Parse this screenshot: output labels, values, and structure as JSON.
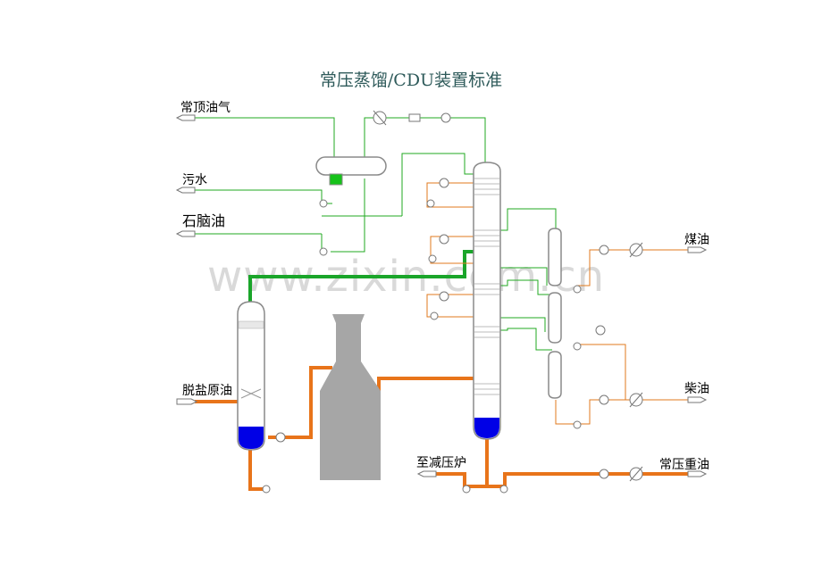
{
  "title": "常压蒸馏/CDU装置标准",
  "watermark": "www.zixin.com.cn",
  "labels": {
    "top_gas": "常顶油气",
    "waste_water": "污水",
    "naphtha": "石脑油",
    "desalted_crude": "脱盐原油",
    "kerosene": "煤油",
    "diesel": "柴油",
    "to_vacuum_furnace": "至减压炉",
    "atm_residue": "常压重油"
  },
  "colors": {
    "green_line": "#22aa22",
    "thick_green": "#1aa52a",
    "orange_line": "#e07a1e",
    "thick_orange": "#e8741a",
    "vessel_outline": "#8a8a8a",
    "vessel_fill": "#ffffff",
    "furnace": "#a6a6a6",
    "liquid_blue": "#0000e6",
    "boot_green": "#16c21a"
  }
}
